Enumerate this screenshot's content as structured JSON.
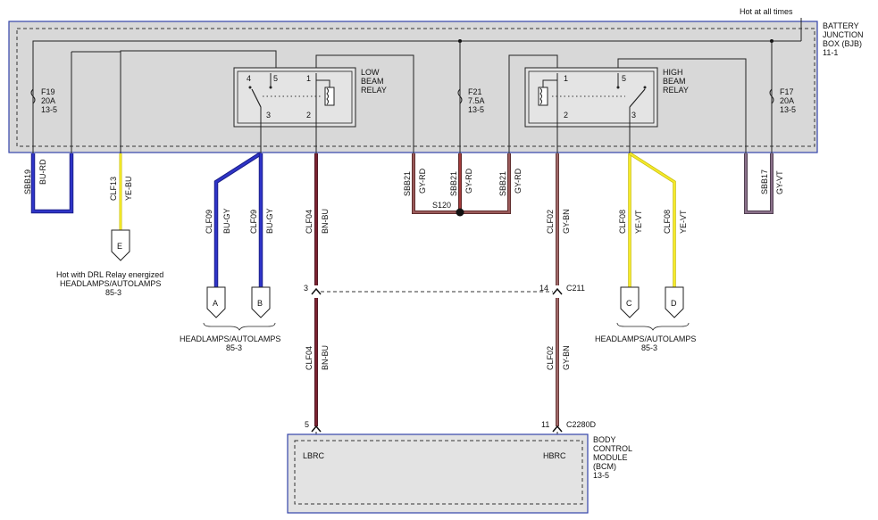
{
  "header": {
    "hot_label": "Hot at all times"
  },
  "bjb": {
    "label": [
      "BATTERY",
      "JUNCTION",
      "BOX (BJB)",
      "11-1"
    ]
  },
  "fuses": {
    "f19": [
      "F19",
      "20A",
      "13-5"
    ],
    "f21": [
      "F21",
      "7.5A",
      "13-5"
    ],
    "f17": [
      "F17",
      "20A",
      "13-5"
    ]
  },
  "low_relay": {
    "label": [
      "LOW",
      "BEAM",
      "RELAY"
    ],
    "pins": [
      "4",
      "5",
      "1",
      "3",
      "2"
    ]
  },
  "high_relay": {
    "label": [
      "HIGH",
      "BEAM",
      "RELAY"
    ],
    "pins": [
      "1",
      "5",
      "2",
      "3"
    ]
  },
  "wires": {
    "sbb19": [
      "SBB19",
      "BU-RD"
    ],
    "clf13": [
      "CLF13",
      "YE-BU"
    ],
    "clf09a": [
      "CLF09",
      "BU-GY"
    ],
    "clf09b": [
      "CLF09",
      "BU-GY"
    ],
    "clf04a": [
      "CLF04",
      "BN-BU"
    ],
    "clf04b": [
      "CLF04",
      "BN-BU"
    ],
    "sbb21a": [
      "SBB21",
      "GY-RD"
    ],
    "sbb21b": [
      "SBB21",
      "GY-RD"
    ],
    "sbb21c": [
      "SBB21",
      "GY-RD"
    ],
    "clf02a": [
      "CLF02",
      "GY-BN"
    ],
    "clf02b": [
      "CLF02",
      "GY-BN"
    ],
    "clf08a": [
      "CLF08",
      "YE-VT"
    ],
    "clf08b": [
      "CLF08",
      "YE-VT"
    ],
    "sbb17": [
      "SBB17",
      "GY-VT"
    ]
  },
  "splice": {
    "s120": "S120"
  },
  "connectors": {
    "c211": "C211",
    "c2280d": "C2280D",
    "pin_3": "3",
    "pin_14": "14",
    "pin_5": "5",
    "pin_11": "11"
  },
  "refs": {
    "e": "E",
    "a": "A",
    "b": "B",
    "c": "C",
    "d": "D",
    "drl_note": [
      "Hot with DRL Relay energized",
      "HEADLAMPS/AUTOLAMPS",
      "85-3"
    ],
    "ab_note": [
      "HEADLAMPS/AUTOLAMPS",
      "85-3"
    ],
    "cd_note": [
      "HEADLAMPS/AUTOLAMPS",
      "85-3"
    ]
  },
  "bcm": {
    "lbrc": "LBRC",
    "hbrc": "HBRC",
    "label": [
      "BODY",
      "CONTROL",
      "MODULE",
      "(BCM)",
      "13-5"
    ]
  },
  "colors": {
    "blue": "#2f34c8",
    "yellow": "#f5ea2a",
    "brown_red": "#7a2230",
    "gray_red": "#8a4a4a",
    "gray_brown": "#8a5050",
    "gray_violet": "#7a5a7a",
    "box_fill": "#d8d8d8",
    "bcm_fill": "#e3e3e3",
    "frame": "#3344aa"
  }
}
